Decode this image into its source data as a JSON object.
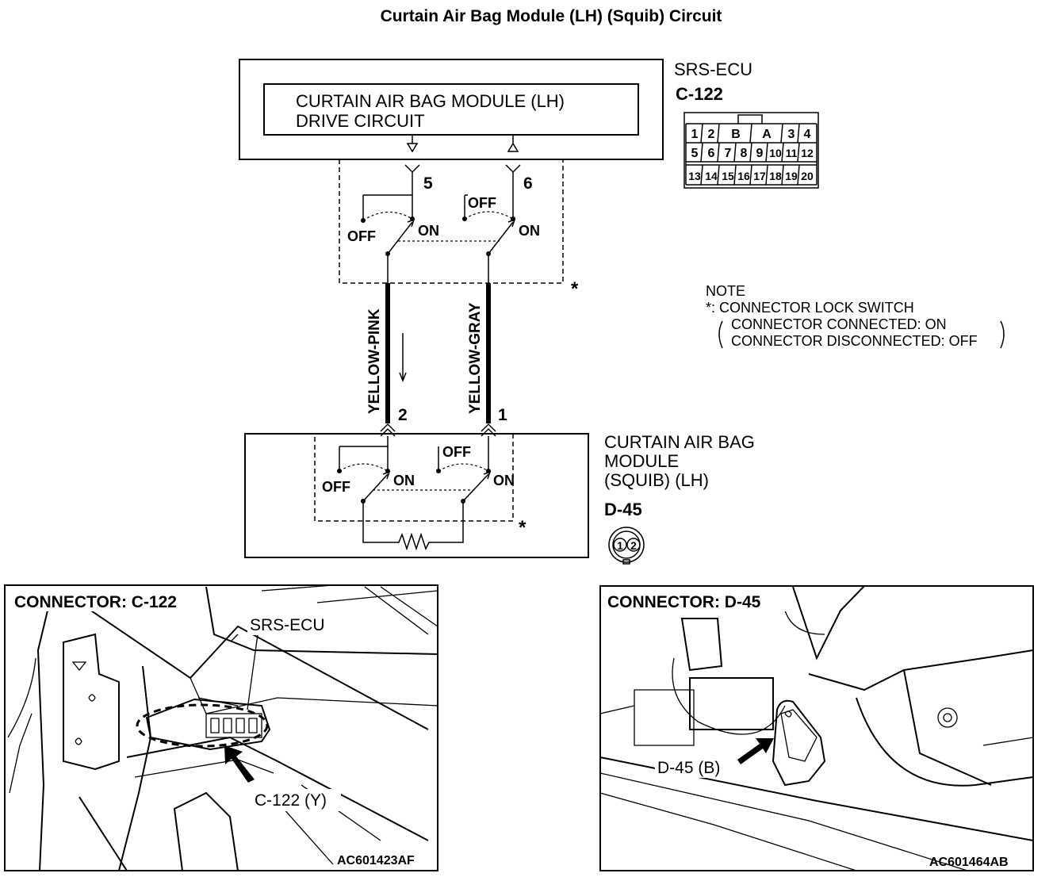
{
  "title": "Curtain Air Bag Module (LH) (Squib) Circuit",
  "ecu": {
    "block_label_line1": "CURTAIN AIR BAG MODULE (LH)",
    "block_label_line2": "DRIVE CIRCUIT",
    "name": "SRS-ECU",
    "connector": "C-122",
    "pins_row1": [
      "1",
      "2",
      "B",
      "A",
      "3",
      "4"
    ],
    "pins_row2": [
      "5",
      "6",
      "7",
      "8",
      "9",
      "10",
      "11",
      "12"
    ],
    "pins_row3": [
      "13",
      "14",
      "15",
      "16",
      "17",
      "18",
      "19",
      "20"
    ],
    "terminal_left": "5",
    "terminal_right": "6"
  },
  "switch_labels": {
    "off": "OFF",
    "on": "ON",
    "asterisk": "*"
  },
  "wires": {
    "left_color": "YELLOW-PINK",
    "right_color": "YELLOW-GRAY"
  },
  "module": {
    "name_line1": "CURTAIN AIR BAG",
    "name_line2": "MODULE",
    "name_line3": "(SQUIB) (LH)",
    "connector": "D-45",
    "terminal_left": "2",
    "terminal_right": "1",
    "pins": [
      "1",
      "2"
    ]
  },
  "note": {
    "heading": "NOTE",
    "line1": "*: CONNECTOR LOCK SWITCH",
    "line2": "CONNECTOR CONNECTED: ON",
    "line3": "CONNECTOR DISCONNECTED: OFF"
  },
  "panel_left": {
    "heading": "CONNECTOR: C-122",
    "label_ecu": "SRS-ECU",
    "label_connector": "C-122 (Y)",
    "code": "AC601423AF"
  },
  "panel_right": {
    "heading": "CONNECTOR: D-45",
    "label_connector": "D-45 (B)",
    "code": "AC601464AB"
  }
}
